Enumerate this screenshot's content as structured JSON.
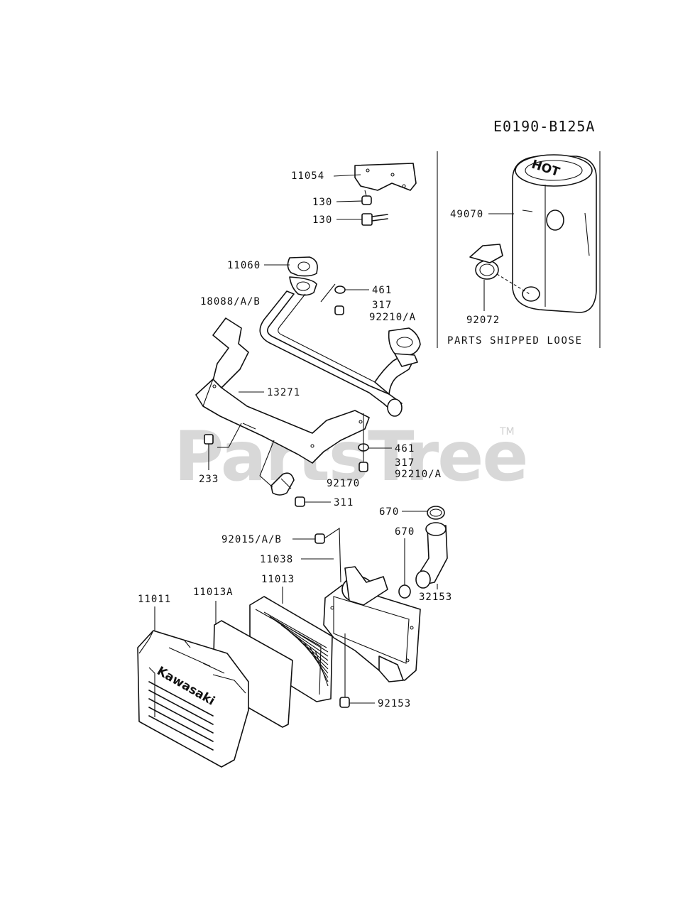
{
  "diagram_code": "E0190-B125A",
  "note": "PARTS SHIPPED LOOSE",
  "watermark": "PartsTree",
  "watermark_mark": "TM",
  "brand_on_cover": "Kawasaki",
  "parts": {
    "p11054": "11054",
    "p130a": "130",
    "p130b": "130",
    "p11060": "11060",
    "p18088": "18088/A/B",
    "p461a": "461",
    "p317a": "317",
    "p92210a": "92210/A",
    "p13271": "13271",
    "p461b": "461",
    "p317b": "317",
    "p92210b": "92210/A",
    "p92170": "92170",
    "p233": "233",
    "p311": "311",
    "p49070": "49070",
    "p92072": "92072",
    "p670a": "670",
    "p670b": "670",
    "p32153": "32153",
    "p92015": "92015/A/B",
    "p11038": "11038",
    "p11013": "11013",
    "p11013A": "11013A",
    "p11011": "11011",
    "p92153": "92153"
  }
}
